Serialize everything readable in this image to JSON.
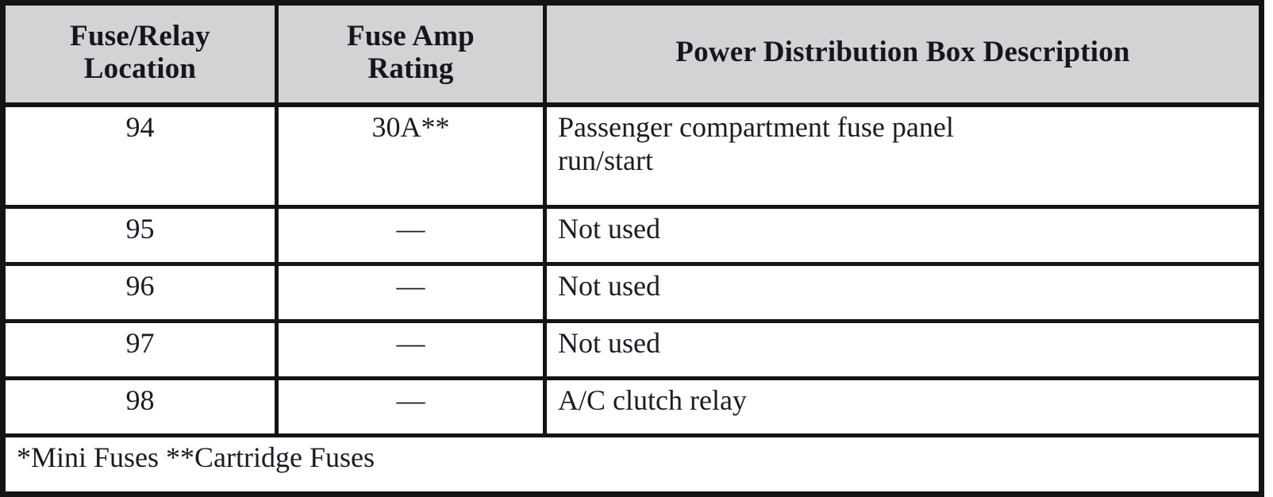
{
  "table": {
    "headers": [
      {
        "label": "Fuse/Relay\nLocation",
        "line1": "Fuse/Relay",
        "line2": "Location"
      },
      {
        "label": "Fuse Amp\nRating",
        "line1": "Fuse Amp",
        "line2": "Rating"
      },
      {
        "label": "Power Distribution Box Description",
        "line1": "Power Distribution Box Description",
        "line2": ""
      }
    ],
    "header_background": "#d2d3d4",
    "border_color": "#141414",
    "text_color": "#1b1b23",
    "rows": [
      {
        "location": "94",
        "amp_rating": "30A**",
        "description_line1": "Passenger compartment fuse panel",
        "description_line2": "run/start"
      },
      {
        "location": "95",
        "amp_rating": "—",
        "description_line1": "Not used",
        "description_line2": ""
      },
      {
        "location": "96",
        "amp_rating": "—",
        "description_line1": "Not used",
        "description_line2": ""
      },
      {
        "location": "97",
        "amp_rating": "—",
        "description_line1": "Not used",
        "description_line2": ""
      },
      {
        "location": "98",
        "amp_rating": "—",
        "description_line1": "A/C clutch relay",
        "description_line2": ""
      }
    ],
    "footnote": "*Mini Fuses **Cartridge Fuses"
  }
}
